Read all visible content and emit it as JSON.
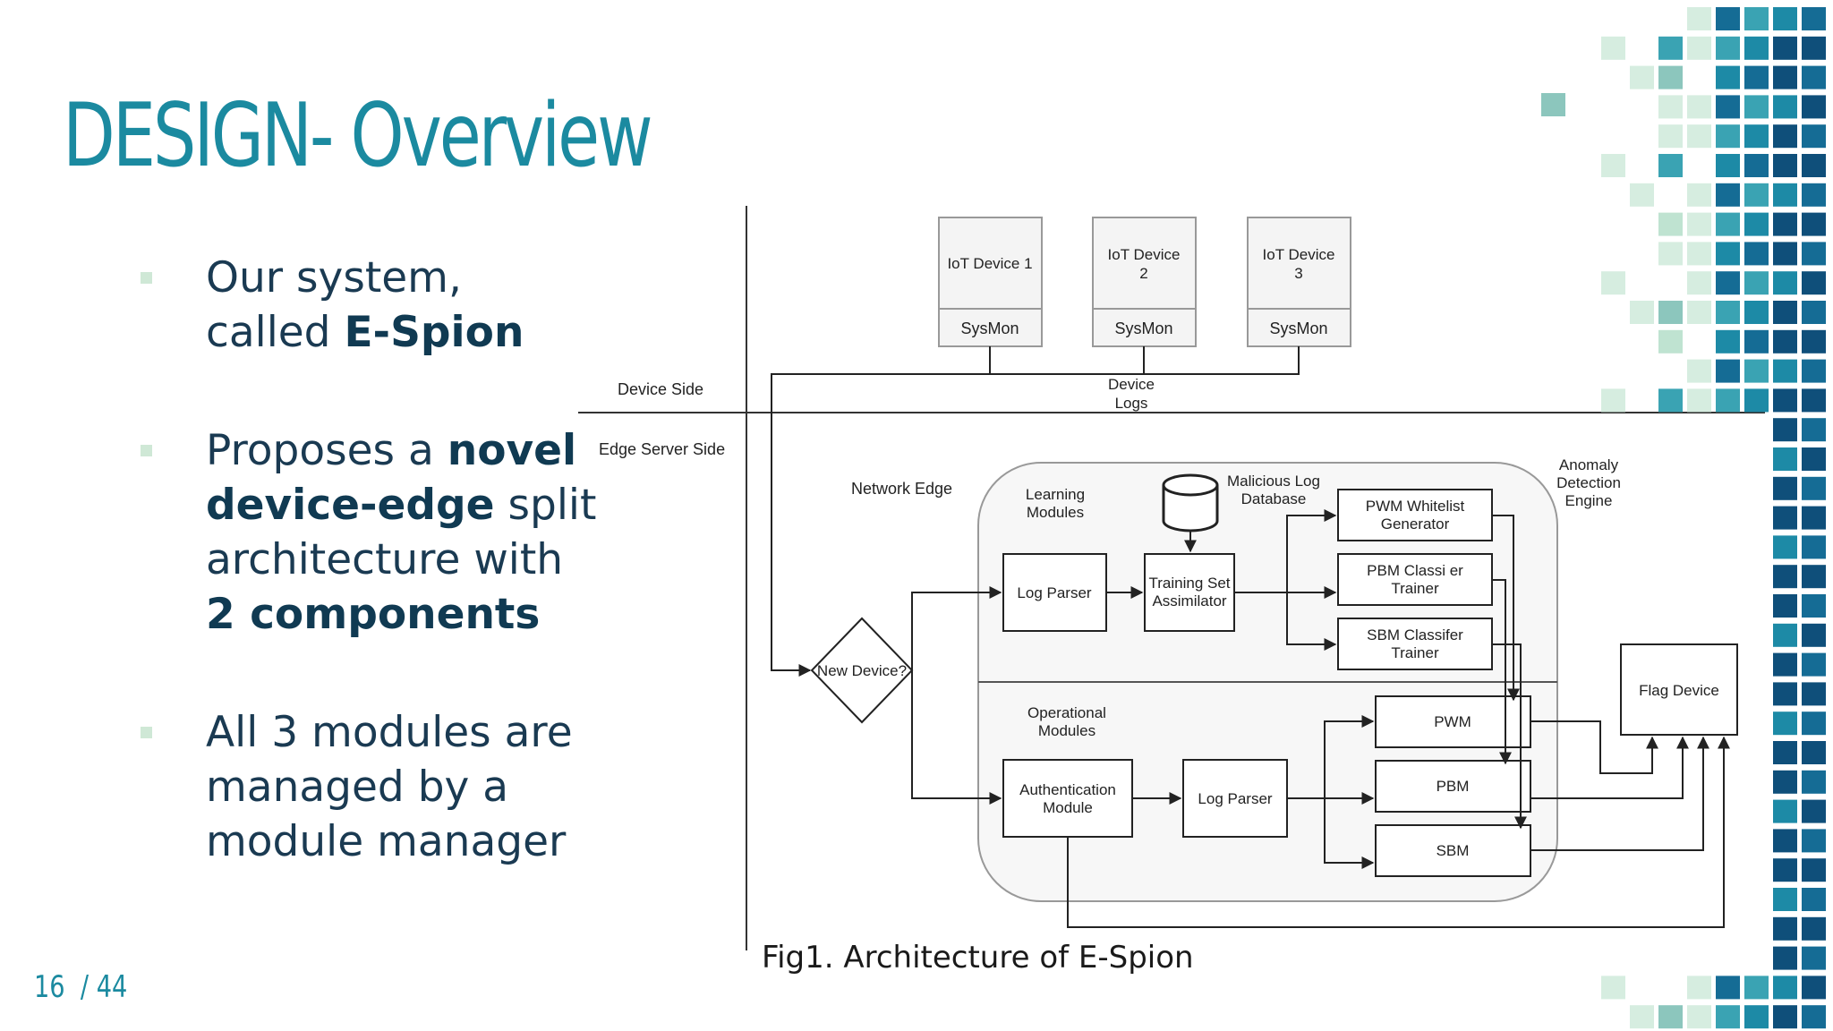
{
  "slide": {
    "title": "DESIGN- Overview",
    "page_current": "16",
    "page_sep": "/",
    "page_total": "44",
    "caption": "Fig1. Architecture of E-Spion"
  },
  "bullets": [
    {
      "parts": [
        {
          "text": "Our system,",
          "bold": false
        },
        {
          "text": "\n",
          "bold": false
        },
        {
          "text": "called ",
          "bold": false
        },
        {
          "text": "E-Spion",
          "bold": true
        }
      ]
    },
    {
      "parts": [
        {
          "text": "Proposes a ",
          "bold": false
        },
        {
          "text": "novel device-edge",
          "bold": true
        },
        {
          "text": " split architecture with ",
          "bold": false
        },
        {
          "text": "2 components",
          "bold": true
        }
      ]
    },
    {
      "parts": [
        {
          "text": "All 3 modules are managed by a module manager",
          "bold": false
        }
      ]
    }
  ],
  "diagram": {
    "section_labels": {
      "device_side": "Device Side",
      "edge_side": "Edge Server Side",
      "network_edge": "Network Edge"
    },
    "devices": [
      {
        "name": [
          "IoT Device 1"
        ],
        "sysmon": "SysMon"
      },
      {
        "name": [
          "IoT Device",
          "2"
        ],
        "sysmon": "SysMon"
      },
      {
        "name": [
          "IoT Device",
          "3"
        ],
        "sysmon": "SysMon"
      }
    ],
    "device_logs": [
      "Device",
      "Logs"
    ],
    "anomaly_engine": [
      "Anomaly",
      "Detection",
      "Engine"
    ],
    "learning_modules": [
      "Learning",
      "Modules"
    ],
    "malicious_db": [
      "Malicious Log",
      "Database"
    ],
    "log_parser_1": [
      "Log Parser"
    ],
    "training_set": [
      "Training Set",
      "Assimilator"
    ],
    "pwm_whitelist": [
      "PWM Whitelist",
      "Generator"
    ],
    "pbm_trainer": [
      "PBM Classi  er",
      "Trainer"
    ],
    "sbm_trainer": [
      "SBM Classifer",
      "Trainer"
    ],
    "new_device": "New Device?",
    "operational_modules": [
      "Operational",
      "Modules"
    ],
    "auth_module": [
      "Authentication",
      "Module"
    ],
    "log_parser_2": [
      "Log Parser"
    ],
    "pwm": "PWM",
    "pbm": "PBM",
    "sbm": "SBM",
    "flag_device": "Flag Device"
  },
  "colors": {
    "title": "#1b8aa0",
    "text": "#1a3a52",
    "mosaic": [
      "#d6ede0",
      "#bfe3d1",
      "#8cc6bd",
      "#3aa3b3",
      "#1d8aa6",
      "#156c95",
      "#0f4f7a"
    ]
  }
}
